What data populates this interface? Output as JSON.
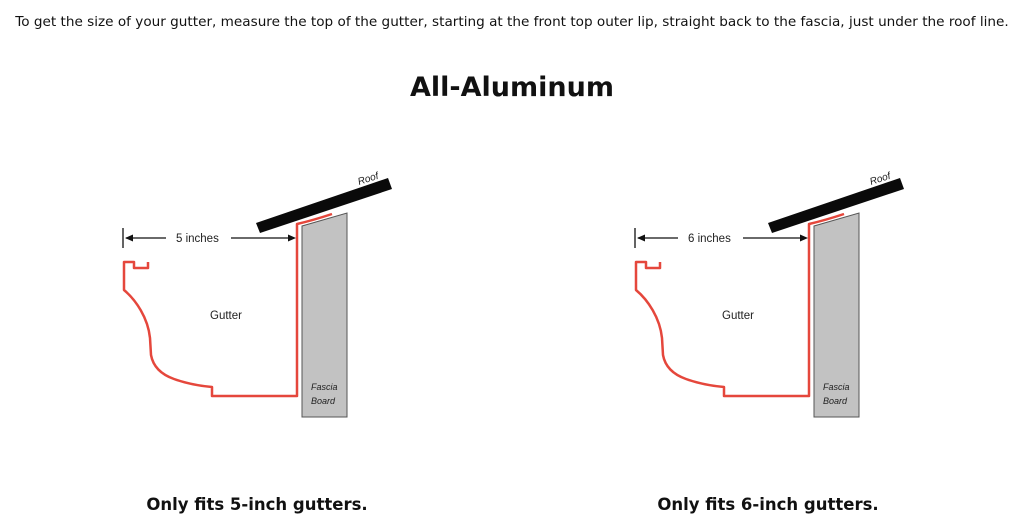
{
  "intro_text": "To get the size of your gutter, measure the top of the gutter, starting at the front top outer lip, straight back to the fascia, just under the roof line.",
  "heading": "All-Aluminum",
  "colors": {
    "gutter_line": "#e5473c",
    "fascia_fill": "#c2c2c2",
    "roof_fill": "#0a0a0a"
  },
  "diagrams": [
    {
      "measurement_label": "5 inches",
      "roof_label": "Roof",
      "gutter_label": "Gutter",
      "fascia_label_line1": "Fascia",
      "fascia_label_line2": "Board",
      "caption": "Only fits 5-inch gutters."
    },
    {
      "measurement_label": "6 inches",
      "roof_label": "Roof",
      "gutter_label": "Gutter",
      "fascia_label_line1": "Fascia",
      "fascia_label_line2": "Board",
      "caption": "Only fits 6-inch gutters."
    }
  ]
}
